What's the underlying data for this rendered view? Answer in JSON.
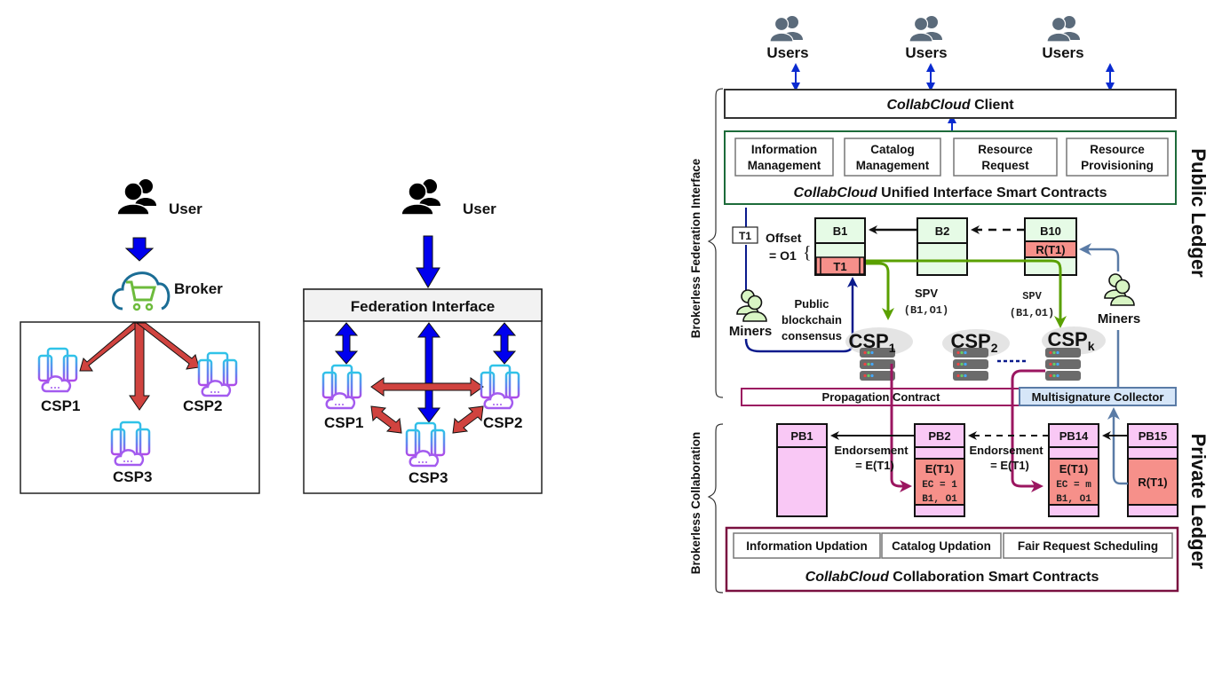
{
  "colors": {
    "blue_arrow": "#0000ee",
    "dark_blue_arrow": "#0a1a8c",
    "red_arrow": "#d0433f",
    "green_arrow": "#5aa000",
    "purple_arrow": "#9b1660",
    "steel_arrow": "#5a7ba6",
    "green_box_border": "#1d6b3a",
    "maroon_box_border": "#7a1040",
    "public_block_fill": "#e6fbe6",
    "tx_fill": "#f6908a",
    "private_block_fill": "#f9c8f5",
    "multisig_fill": "#d6e6f8",
    "federation_bar_fill": "#f2f2f2"
  },
  "panel_a": {
    "user_label": "User",
    "broker_label": "Broker",
    "csp_labels": [
      "CSP1",
      "CSP2",
      "CSP3"
    ]
  },
  "panel_b": {
    "user_label": "User",
    "federation_label": "Federation Interface",
    "csp_labels": [
      "CSP1",
      "CSP2",
      "CSP3"
    ]
  },
  "panel_c": {
    "users_labels": [
      "Users",
      "Users",
      "Users"
    ],
    "client": {
      "italic": "CollabCloud",
      "rest": " Client"
    },
    "public_contracts": {
      "modules": [
        [
          "Information",
          "Management"
        ],
        [
          "Catalog",
          "Management"
        ],
        [
          "Resource",
          "Request"
        ],
        [
          "Resource",
          "Provisioning"
        ]
      ],
      "caption_italic": "CollabCloud",
      "caption_rest": " Unified Interface Smart Contracts"
    },
    "public_ledger_label": "Public Ledger",
    "private_ledger_label": "Private Ledger",
    "brace_labels": {
      "federation": "Brokerless Federation Interface",
      "collaboration": "Brokerless Collaboration"
    },
    "tx_tag": "T1",
    "offset_label": [
      "Offset",
      "= O1"
    ],
    "public_blocks": [
      {
        "name": "B1",
        "tx": "T1"
      },
      {
        "name": "B2",
        "tx": ""
      },
      {
        "name": "B10",
        "tx": "R(T1)"
      }
    ],
    "miners_label": "Miners",
    "consensus_label": [
      "Public",
      "blockchain",
      "consensus"
    ],
    "spv_labels": [
      {
        "title": "SPV",
        "args": "(B1,O1)"
      },
      {
        "title": "SPV",
        "args": "(B1,O1)"
      }
    ],
    "csps": [
      {
        "base": "CSP",
        "sub": "1"
      },
      {
        "base": "CSP",
        "sub": "2"
      },
      {
        "base": "CSP",
        "sub": "k"
      }
    ],
    "propagation_contract": "Propagation Contract",
    "multisig_collector": "Multisignature Collector",
    "private_blocks": [
      {
        "name": "PB1"
      },
      {
        "name": "PB2",
        "tx": "E(T1)",
        "lines": [
          "EC = 1",
          "B1, O1"
        ]
      },
      {
        "name": "PB14",
        "tx": "E(T1)",
        "lines": [
          "EC = m",
          "B1, O1"
        ]
      },
      {
        "name": "PB15",
        "tx": "R(T1)"
      }
    ],
    "endorsement_labels": [
      [
        "Endorsement",
        "= E(T1)"
      ],
      [
        "Endorsement",
        "= E(T1)"
      ]
    ],
    "collab_contracts": {
      "modules": [
        "Information Updation",
        "Catalog Updation",
        "Fair Request Scheduling"
      ],
      "caption_italic": "CollabCloud",
      "caption_rest": " Collaboration Smart Contracts"
    }
  }
}
